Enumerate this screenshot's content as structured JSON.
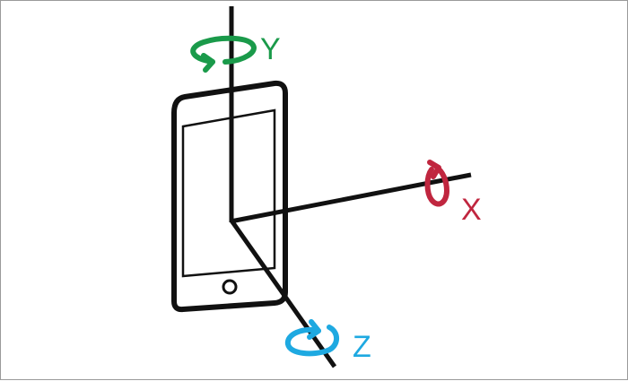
{
  "diagram": {
    "axes": [
      {
        "id": "x",
        "label": "X",
        "color": "#c0263f"
      },
      {
        "id": "y",
        "label": "Y",
        "color": "#1a9a4a"
      },
      {
        "id": "z",
        "label": "Z",
        "color": "#1ea9e1"
      }
    ],
    "device": {
      "icon": "smartphone-icon"
    }
  }
}
